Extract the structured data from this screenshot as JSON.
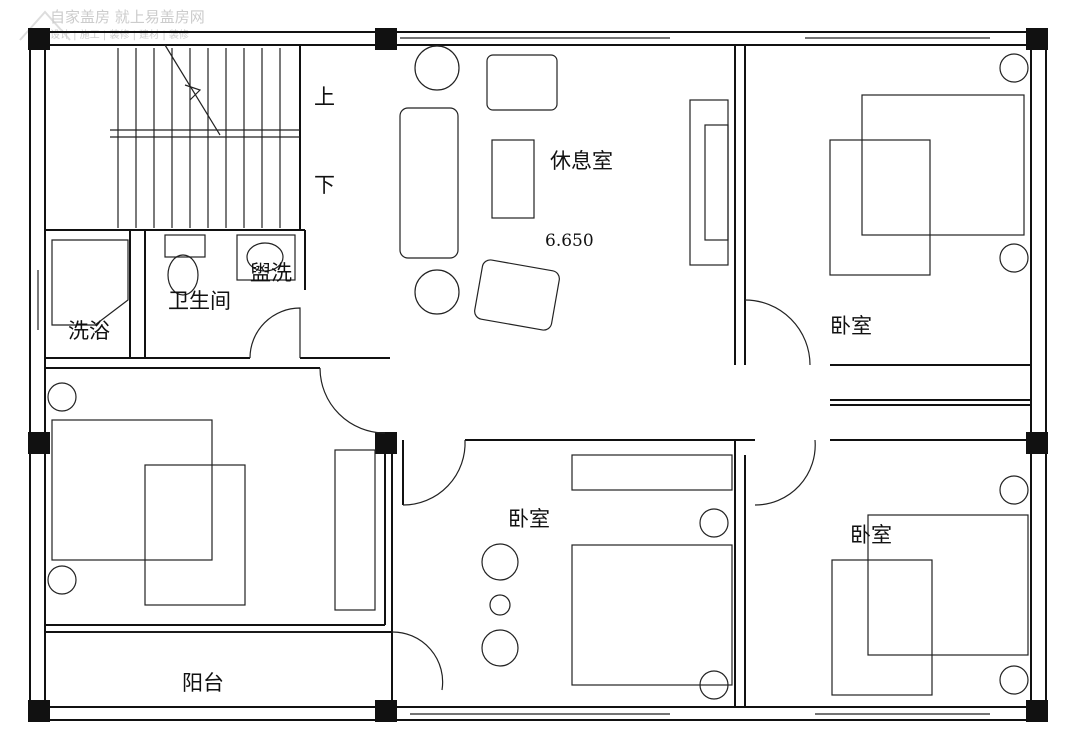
{
  "watermark": {
    "title": "自家盖房 就上易盖房网",
    "subtitle": "设计 | 施工 | 装修 | 建材 | 装修"
  },
  "rooms": {
    "stair_up": "上",
    "stair_down": "下",
    "lounge": "休息室",
    "elevation": "6.650",
    "bathroom": "卫生间",
    "washroom": "盥洗",
    "shower": "洗浴",
    "bedroom_right_top": "卧室",
    "bedroom_middle": "卧室",
    "bedroom_right_bottom": "卧室",
    "balcony": "阳台"
  }
}
